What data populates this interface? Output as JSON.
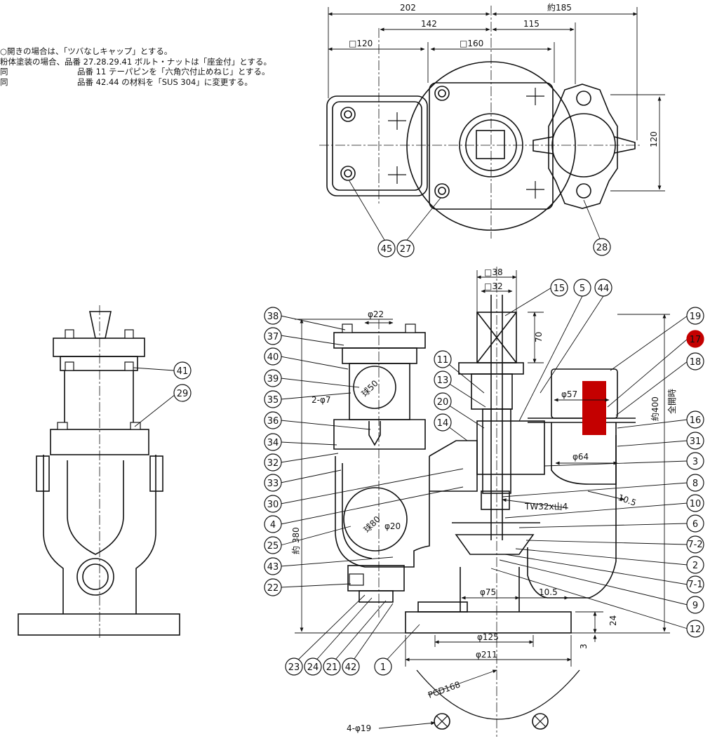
{
  "notes": [
    {
      "a": "○開きの場合は、「ツバなしキャップ」とする。",
      "b": ""
    },
    {
      "a": "粉体塗装の場合、品番 27.28.29.41 ボルト・ナットは「座金付」とする。",
      "b": ""
    },
    {
      "a": "同",
      "b": "品番 11 テーパピンを「六角穴付止めねじ」とする。"
    },
    {
      "a": "同",
      "b": "品番 42.44 の材料を「SUS 304」に変更する。"
    }
  ],
  "dimensions": {
    "d202": "202",
    "d185": "約185",
    "d142": "142",
    "d115": "115",
    "sq120": "□120",
    "sq160": "□160",
    "v120": "120",
    "sq38": "□38",
    "sq32": "□32",
    "d70": "70",
    "phi22": "φ22",
    "ball50": "球50",
    "twophi7": "2-φ7",
    "phi57": "φ57",
    "phi64": "φ64",
    "t105a": "10.5",
    "thread": "TW32x山4",
    "ball80": "球80",
    "phi20": "φ20",
    "phi75": "φ75",
    "t105b": "10.5",
    "v24": "24",
    "v3": "3",
    "phi125": "φ125",
    "phi211": "φ211",
    "pcd168": "PCD168",
    "fourphi19": "4-φ19",
    "h380": "約 380",
    "h400": "約400",
    "fullopen": "全開時"
  },
  "callouts": {
    "c45": "45",
    "c27": "27",
    "c28": "28",
    "c41": "41",
    "c29": "29",
    "c38": "38",
    "c37": "37",
    "c40": "40",
    "c39": "39",
    "c35": "35",
    "c36": "36",
    "c34": "34",
    "c32": "32",
    "c33": "33",
    "c30": "30",
    "c4": "4",
    "c25": "25",
    "c43": "43",
    "c22": "22",
    "c23": "23",
    "c24": "24",
    "c21": "21",
    "c42": "42",
    "c1": "1",
    "c15": "15",
    "c5": "5",
    "c44": "44",
    "c11": "11",
    "c13": "13",
    "c20": "20",
    "c14": "14",
    "c19": "19",
    "c17": "17",
    "c18": "18",
    "c16": "16",
    "c31": "31",
    "c3": "3",
    "c8": "8",
    "c10": "10",
    "c6": "6",
    "c72": "7-2",
    "c2": "2",
    "c71": "7-1",
    "c9": "9",
    "c12": "12"
  },
  "colors": {
    "highlight": "#c40000",
    "line": "#111111"
  }
}
